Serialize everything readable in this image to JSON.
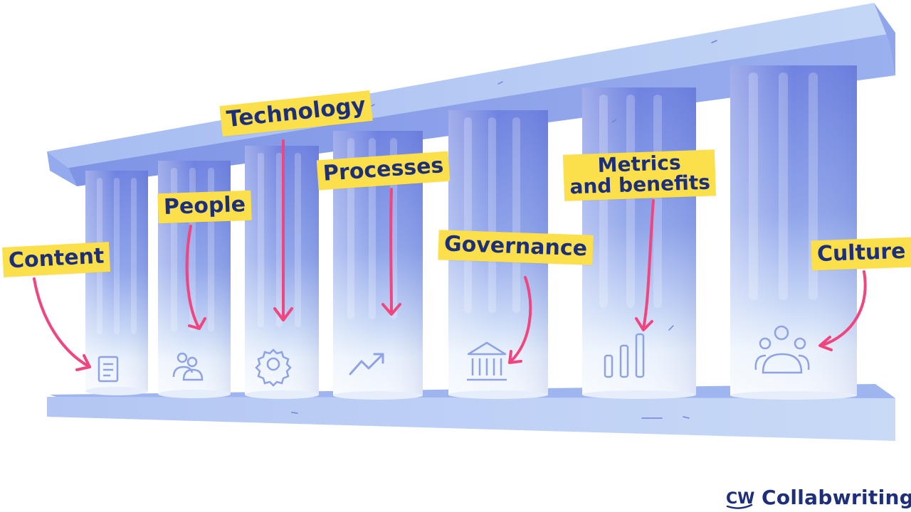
{
  "labels": {
    "content": "Content",
    "people": "People",
    "technology": "Technology",
    "processes": "Processes",
    "governance": "Governance",
    "metrics_line1": "Metrics",
    "metrics_line2": "and benefits",
    "culture": "Culture"
  },
  "brand": {
    "name": "Collabwriting",
    "mark": "CW"
  },
  "icons": [
    "document-icon",
    "people-icon",
    "gear-icon",
    "trend-arrow-icon",
    "bank-icon",
    "bar-chart-icon",
    "team-icon"
  ],
  "colors": {
    "pillar_dark": "#7b8fe6",
    "pillar_light": "#dfe9f9",
    "beam": "#a9bff0",
    "tag_yellow": "#fbe04b",
    "tag_text": "#1e2f7a",
    "arrow_pink": "#f0457e",
    "icon_stroke": "#8ea2e4"
  }
}
